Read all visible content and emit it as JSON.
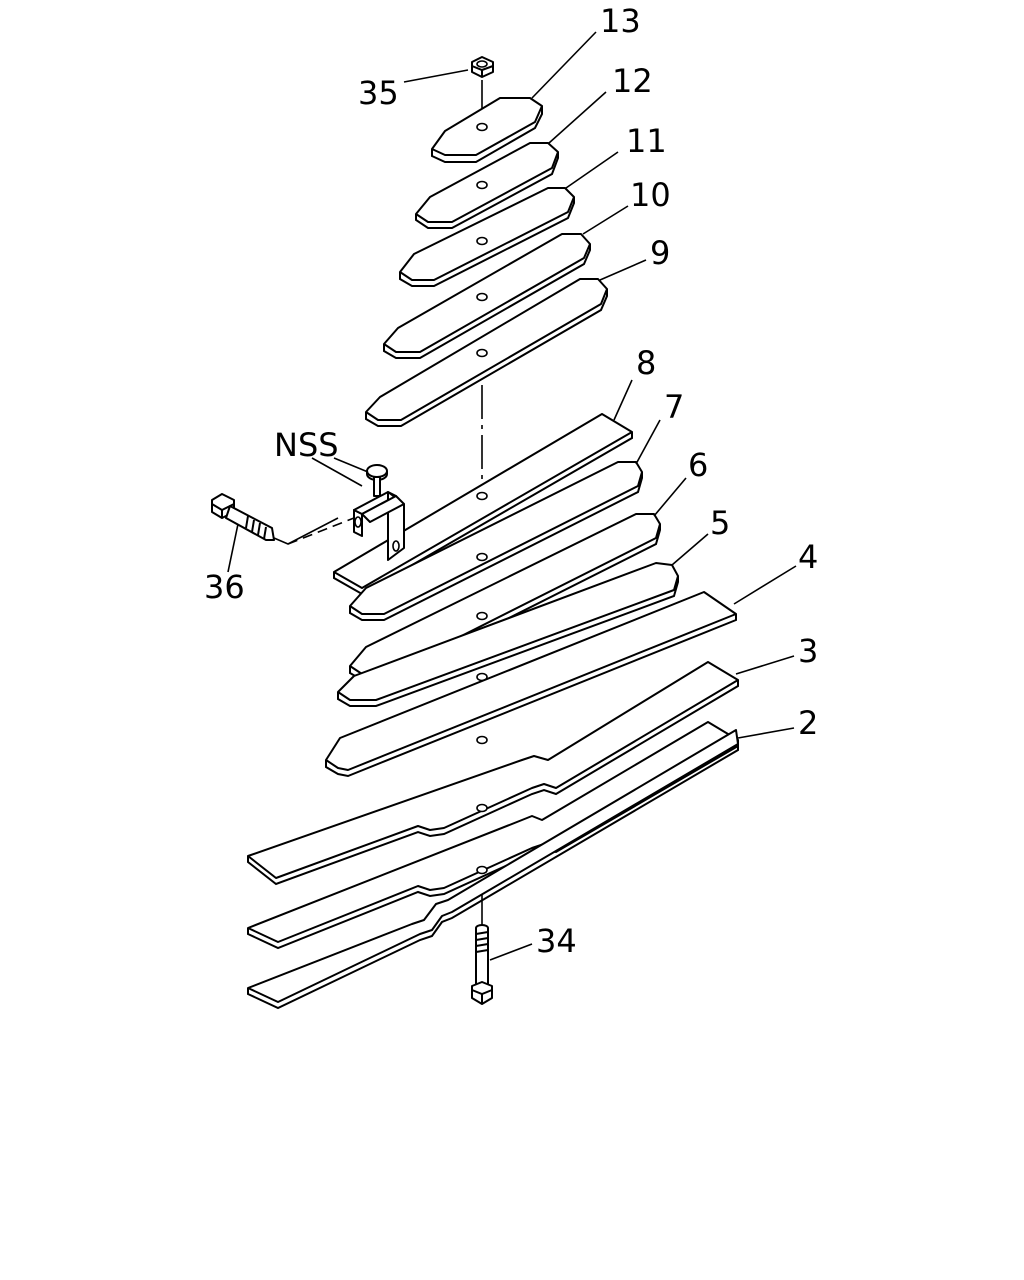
{
  "callouts": {
    "c2": "2",
    "c3": "3",
    "c4": "4",
    "c5": "5",
    "c6": "6",
    "c7": "7",
    "c8": "8",
    "c9": "9",
    "c10": "10",
    "c11": "11",
    "c12": "12",
    "c13": "13",
    "c34": "34",
    "c35": "35",
    "c36": "36",
    "nss": "NSS"
  }
}
